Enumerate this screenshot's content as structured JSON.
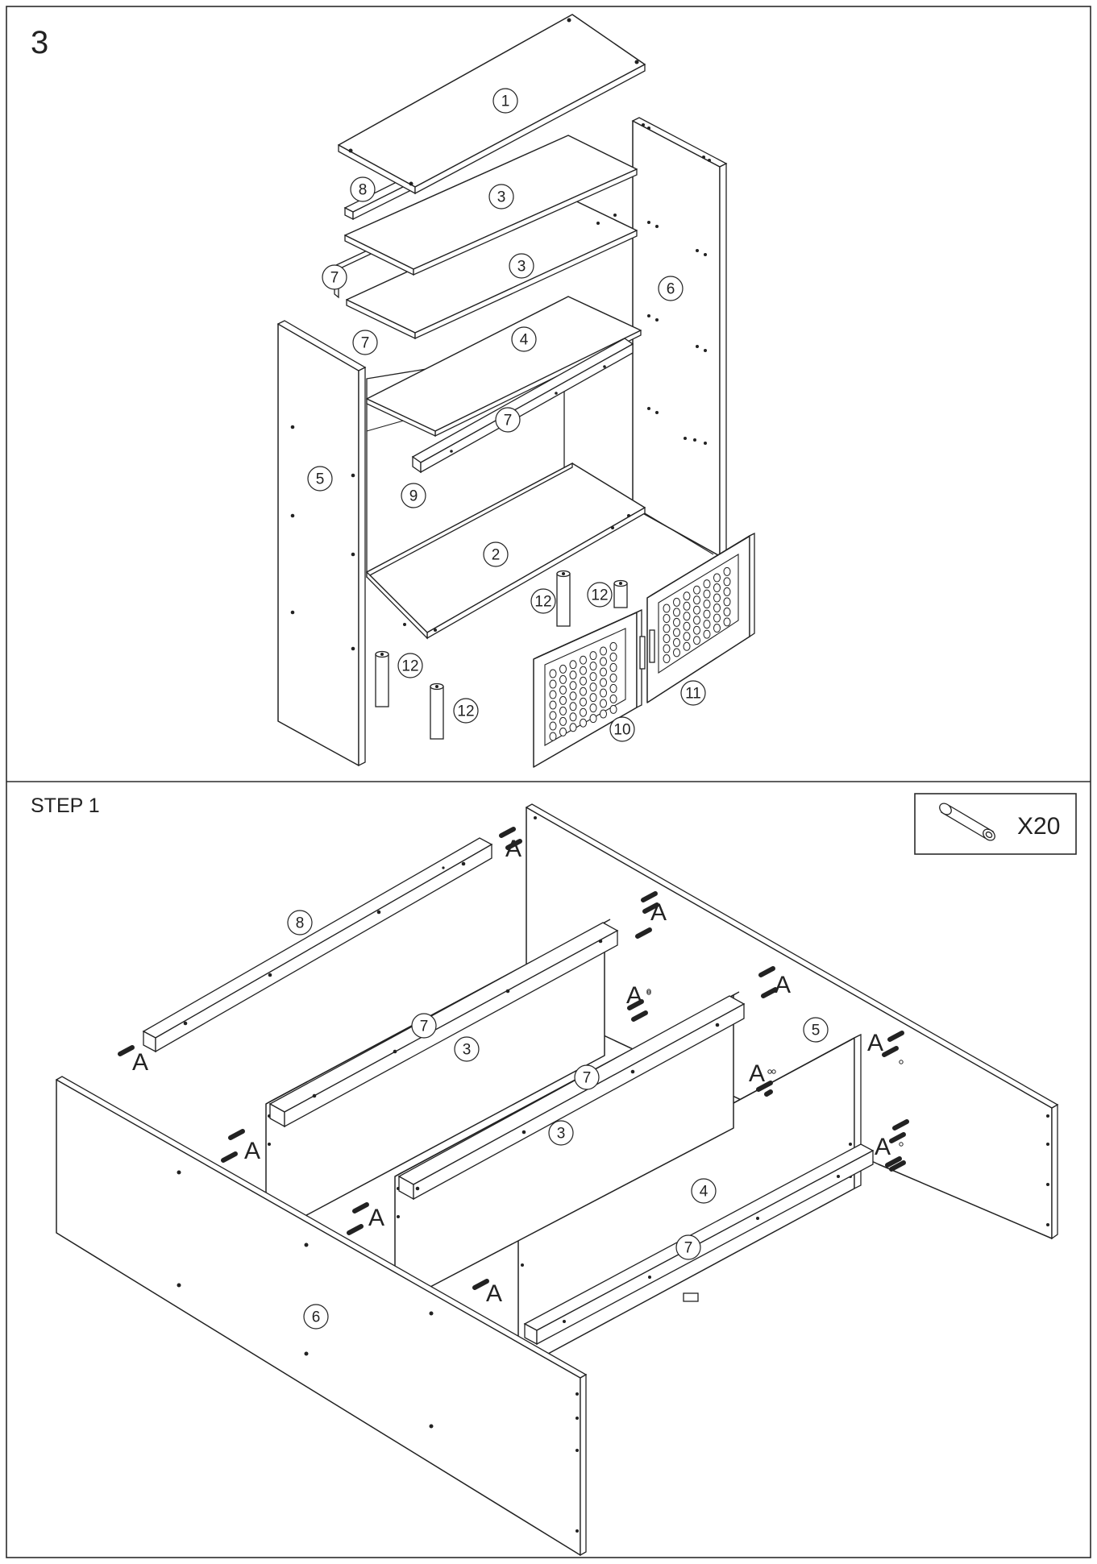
{
  "figure_number": "3",
  "step_label": "STEP 1",
  "hardware_box": {
    "icon": "dowel-icon",
    "quantity_text": "X20"
  },
  "exploded_view": {
    "part_labels": [
      "1",
      "3",
      "3",
      "4",
      "2",
      "5",
      "6",
      "7",
      "7",
      "7",
      "8",
      "9",
      "10",
      "11",
      "12",
      "12",
      "12",
      "12"
    ]
  },
  "step1_view": {
    "part_labels": [
      "8",
      "7",
      "3",
      "7",
      "3",
      "4",
      "7",
      "5",
      "6"
    ],
    "dowel_letter": "A"
  }
}
